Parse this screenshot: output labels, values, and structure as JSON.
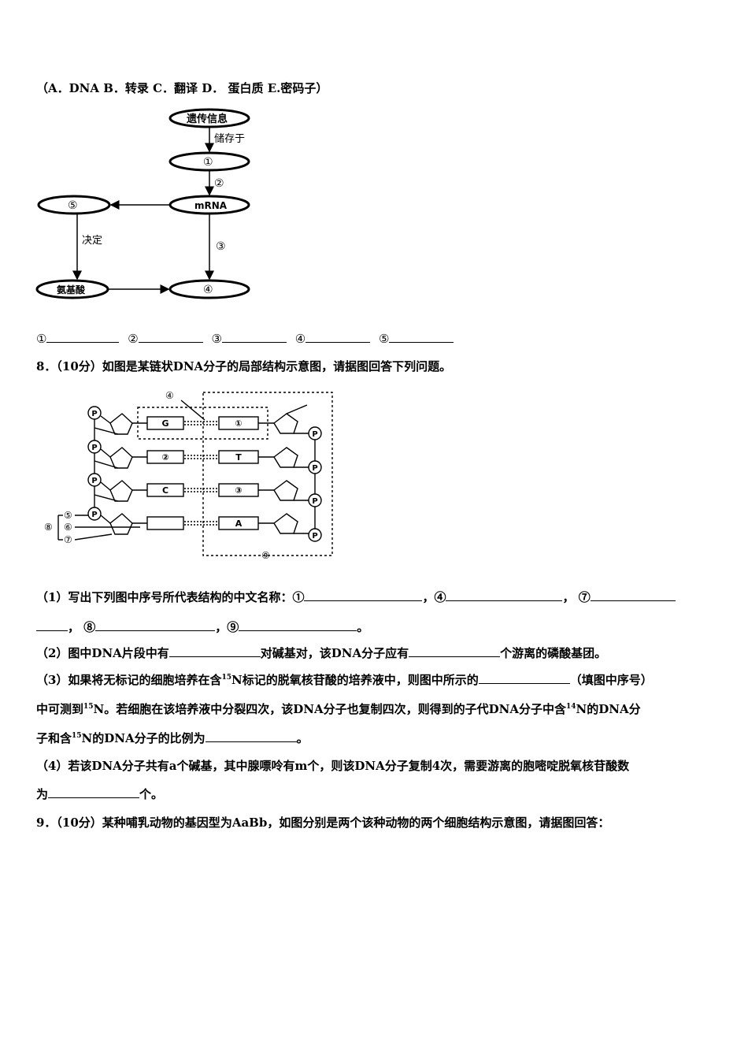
{
  "options_line": "（A．DNA   B．转录  C．翻译   D．  蛋白质  E.密码子）",
  "flow_diagram": {
    "top_node": "遗传信息",
    "store_label": "储存于",
    "node1": "①",
    "arrow2": "②",
    "mrna": "mRNA",
    "node5": "⑤",
    "decide_label": "决定",
    "arrow3": "③",
    "amino_acid": "氨基酸",
    "node4": "④"
  },
  "answer_marks": [
    "①",
    "②",
    "③",
    "④",
    "⑤"
  ],
  "q8": {
    "stem": "8．（10分）如图是某链状DNA分子的局部结构示意图，请据图回答下列问题。",
    "p1a": "（1）写出下列图中序号所代表结构的中文名称：①",
    "p1b": "，④",
    "p1c": "，  ⑦",
    "p1d": "，  ⑧",
    "p1e": "，⑨",
    "p1f": "。",
    "p2a": "（2）图中DNA片段中有",
    "p2b": "对碱基对，该DNA分子应有",
    "p2c": "个游离的磷酸基团。",
    "p3a": "（3）如果将无标记的细胞培养在含",
    "p3sup1": "15",
    "p3b": "N标记的脱氧核苷酸的培养液中，则图中所示的",
    "p3c": "（填图中序号）",
    "p3d": "中可测到",
    "p3sup2": "15",
    "p3e": "N。若细胞在该培养液中分裂四次，该DNA分子也复制四次，则得到的子代DNA分子中含",
    "p3sup3": "14",
    "p3f": "N的DNA分",
    "p3g": "子和含",
    "p3sup4": "15",
    "p3h": "N的DNA分子的比例为",
    "p3i": "。",
    "p4a": "（4）若该DNA分子共有a个碱基，其中腺嘌呤有m个，则该DNA分子复制4次，需要游离的胞嘧啶脱氧核苷酸数",
    "p4b": "为",
    "p4c": "个。"
  },
  "dna_diagram": {
    "phosphate": "P",
    "left_bases": [
      "G",
      "②",
      "C",
      ""
    ],
    "right_bases": [
      "①",
      "T",
      "③",
      "A"
    ],
    "label4": "④",
    "label5": "⑤",
    "label6": "⑥",
    "label7": "⑦",
    "label8": "⑧",
    "label9": "⑨"
  },
  "q9": {
    "stem": "9．（10分）某种哺乳动物的基因型为AaBb，如图分别是两个该种动物的两个细胞结构示意图，请据图回答："
  }
}
